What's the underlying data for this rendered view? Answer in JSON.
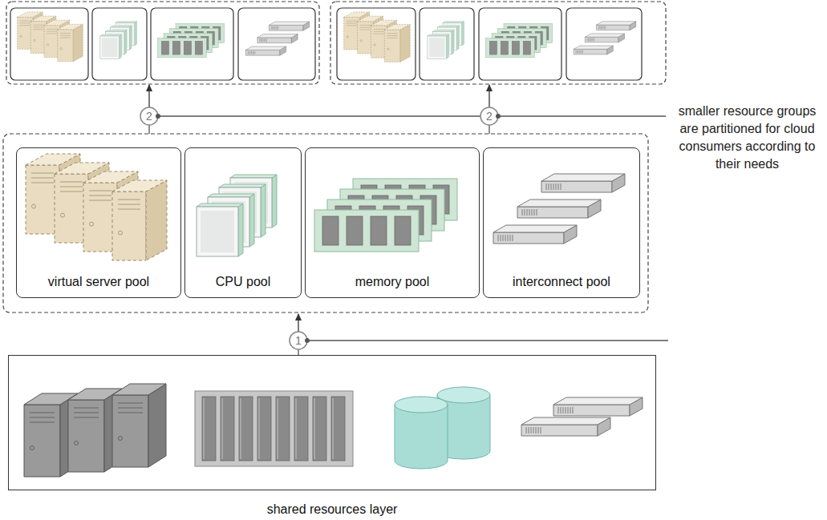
{
  "diagram": {
    "nodes": [
      {
        "text": [
          "virtual server pool"
        ]
      },
      {
        "text": [
          "CPU pool"
        ]
      },
      {
        "text": [
          "memory pool"
        ]
      },
      {
        "text": [
          "interconnect pool"
        ]
      },
      {
        "text": [
          "shared resources layer"
        ]
      }
    ],
    "labels": [
      "1",
      "2",
      "2",
      "smaller resource groups are partitioned for cloud consumers according to their needs"
    ]
  }
}
